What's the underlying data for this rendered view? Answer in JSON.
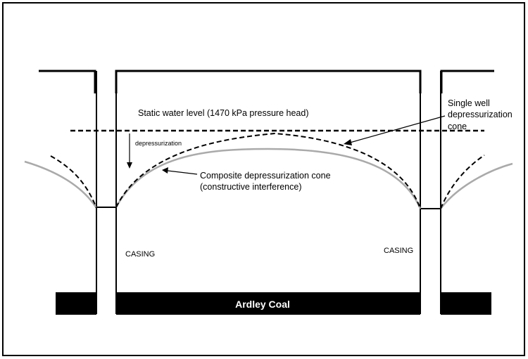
{
  "labels": {
    "static_water_level": "Static water level (1470 kPa pressure head)",
    "single_well_line1": "Single well",
    "single_well_line2": "depressurization",
    "single_well_line3": "cone",
    "depressurization": "depressurization",
    "composite_line1": "Composite depressurization cone",
    "composite_line2": "(constructive interference)",
    "casing_left": "CASING",
    "casing_right": "CASING",
    "coal": "Ardley Coal"
  },
  "colors": {
    "line": "#000000",
    "composite_cone": "#aaaaaa",
    "coal_fill": "#000000",
    "coal_text": "#ffffff",
    "background": "#ffffff"
  }
}
